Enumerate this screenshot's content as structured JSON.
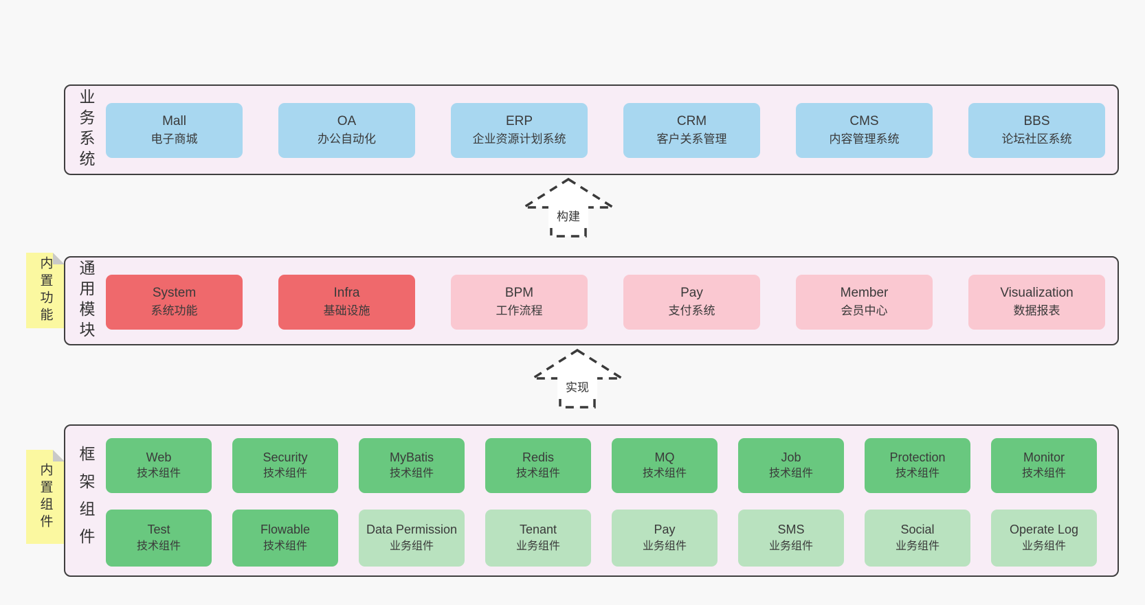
{
  "arrows": [
    {
      "label": "构建"
    },
    {
      "label": "实现"
    }
  ],
  "layers": {
    "business": {
      "label": "业务系统",
      "boxes": [
        {
          "name": "Mall",
          "desc": "电子商城"
        },
        {
          "name": "OA",
          "desc": "办公自动化"
        },
        {
          "name": "ERP",
          "desc": "企业资源计划系统"
        },
        {
          "name": "CRM",
          "desc": "客户关系管理"
        },
        {
          "name": "CMS",
          "desc": "内容管理系统"
        },
        {
          "name": "BBS",
          "desc": "论坛社区系统"
        }
      ]
    },
    "modules": {
      "label": "通用模块",
      "sticky": "内置功能",
      "boxes": [
        {
          "name": "System",
          "desc": "系统功能",
          "variant": "red"
        },
        {
          "name": "Infra",
          "desc": "基础设施",
          "variant": "red"
        },
        {
          "name": "BPM",
          "desc": "工作流程",
          "variant": "pink"
        },
        {
          "name": "Pay",
          "desc": "支付系统",
          "variant": "pink"
        },
        {
          "name": "Member",
          "desc": "会员中心",
          "variant": "pink"
        },
        {
          "name": "Visualization",
          "desc": "数据报表",
          "variant": "pink"
        }
      ]
    },
    "framework": {
      "label": "框架组件",
      "sticky": "内置组件",
      "row1": [
        {
          "name": "Web",
          "desc": "技术组件",
          "variant": "green"
        },
        {
          "name": "Security",
          "desc": "技术组件",
          "variant": "green"
        },
        {
          "name": "MyBatis",
          "desc": "技术组件",
          "variant": "green"
        },
        {
          "name": "Redis",
          "desc": "技术组件",
          "variant": "green"
        },
        {
          "name": "MQ",
          "desc": "技术组件",
          "variant": "green"
        },
        {
          "name": "Job",
          "desc": "技术组件",
          "variant": "green"
        },
        {
          "name": "Protection",
          "desc": "技术组件",
          "variant": "green"
        },
        {
          "name": "Monitor",
          "desc": "技术组件",
          "variant": "green"
        }
      ],
      "row2": [
        {
          "name": "Test",
          "desc": "技术组件",
          "variant": "green"
        },
        {
          "name": "Flowable",
          "desc": "技术组件",
          "variant": "green"
        },
        {
          "name": "Data Permission",
          "desc": "业务组件",
          "variant": "lightgreen"
        },
        {
          "name": "Tenant",
          "desc": "业务组件",
          "variant": "lightgreen"
        },
        {
          "name": "Pay",
          "desc": "业务组件",
          "variant": "lightgreen"
        },
        {
          "name": "SMS",
          "desc": "业务组件",
          "variant": "lightgreen"
        },
        {
          "name": "Social",
          "desc": "业务组件",
          "variant": "lightgreen"
        },
        {
          "name": "Operate Log",
          "desc": "业务组件",
          "variant": "lightgreen"
        }
      ]
    }
  },
  "colors": {
    "page_bg": "#f8f8f8",
    "panel_bg": "#f8edf6",
    "panel_border": "#3f3f3f",
    "business_box": "#a8d7f0",
    "core_module_box": "#ef696c",
    "optional_module_box": "#fac8d1",
    "tech_component_box": "#69c87f",
    "biz_component_box": "#b9e2bf",
    "sticky_bg": "#fbf8a0",
    "sticky_fold": "#c9c9c9",
    "text": "#333333"
  }
}
